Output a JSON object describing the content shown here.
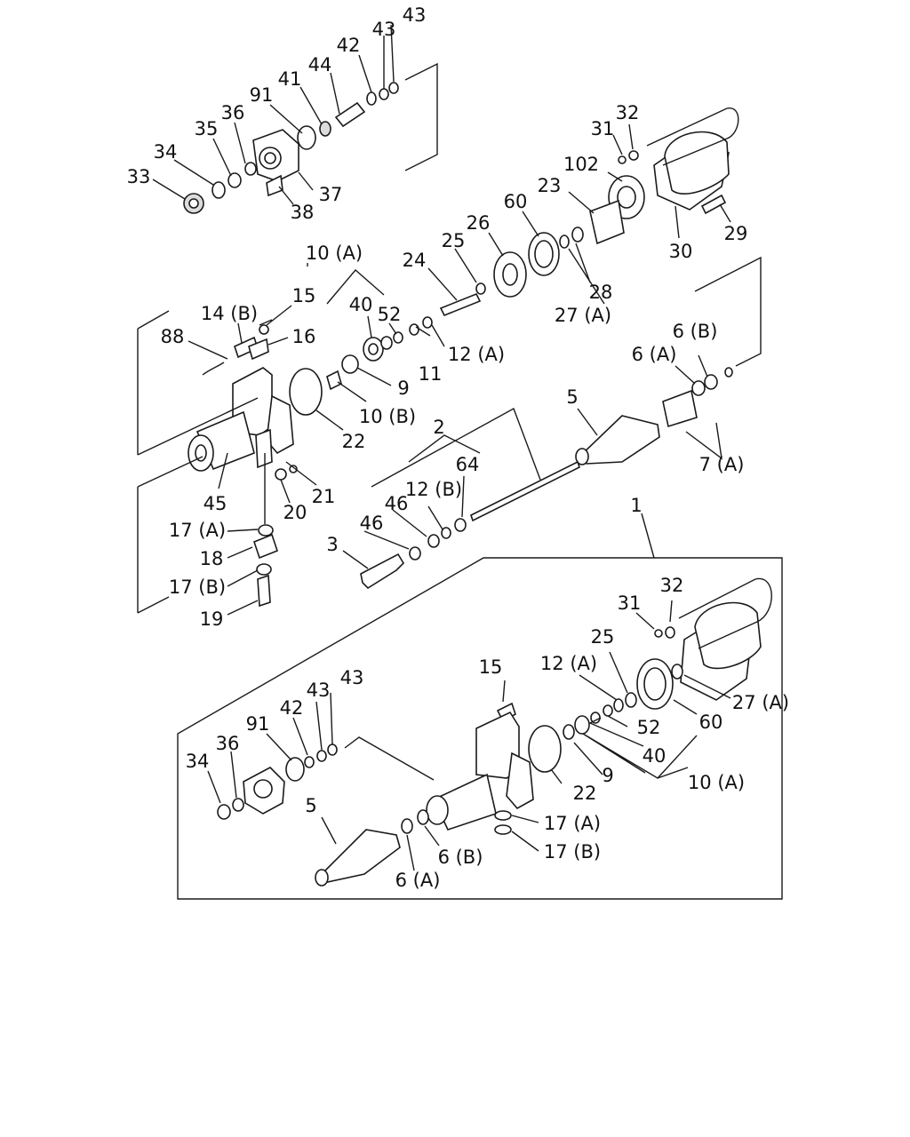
{
  "figure": {
    "type": "exploded-parts-diagram",
    "upper_assembly": {
      "callouts": [
        "43",
        "43",
        "44",
        "42",
        "41",
        "91",
        "36",
        "35",
        "34",
        "33",
        "37",
        "38",
        "31",
        "32",
        "102",
        "23",
        "30",
        "29",
        "60",
        "26",
        "25",
        "24",
        "10 (A)",
        "15",
        "14 (B)",
        "16",
        "88",
        "40",
        "52",
        "11",
        "12 (A)",
        "28",
        "27 (A)",
        "6 (B)",
        "6 (A)",
        "9",
        "10 (B)",
        "22",
        "5",
        "7 (A)",
        "2",
        "64",
        "12 (B)",
        "46",
        "46",
        "45",
        "21",
        "20",
        "17 (A)",
        "18",
        "17 (B)",
        "19",
        "3"
      ]
    },
    "lower_assembly_box": {
      "assembly_label": "1",
      "callouts": [
        "31",
        "32",
        "25",
        "12 (A)",
        "15",
        "27 (A)",
        "60",
        "52",
        "40",
        "10 (A)",
        "43",
        "42",
        "43",
        "91",
        "36",
        "34",
        "22",
        "9",
        "5",
        "17 (A)",
        "17 (B)",
        "6 (B)",
        "6 (A)"
      ]
    }
  }
}
